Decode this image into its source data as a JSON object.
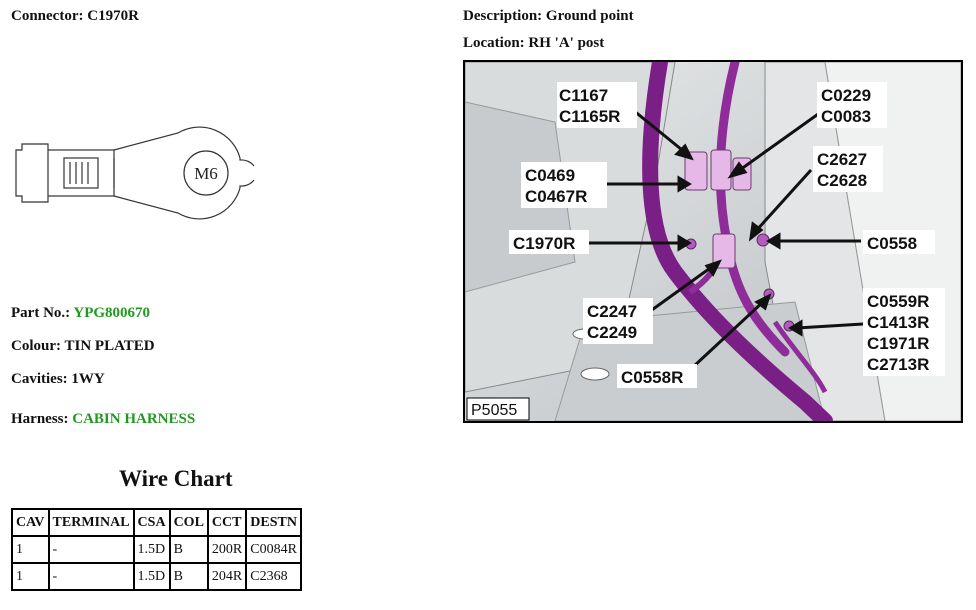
{
  "connector": {
    "label": "Connector:",
    "value": "C1970R"
  },
  "description": {
    "label": "Description:",
    "value": "Ground point"
  },
  "location": {
    "label": "Location:",
    "value": "RH 'A' post"
  },
  "ring_terminal": {
    "stud_text": "M6"
  },
  "part_no": {
    "label": "Part No.:",
    "value": "YPG800670"
  },
  "colour": {
    "label": "Colour:",
    "value": "TIN PLATED"
  },
  "cavities": {
    "label": "Cavities:",
    "value": "1WY"
  },
  "harness": {
    "label": "Harness:",
    "value": "CABIN HARNESS"
  },
  "wire_chart": {
    "title": "Wire Chart",
    "headers": [
      "CAV",
      "TERMINAL",
      "CSA",
      "COL",
      "CCT",
      "DESTN"
    ],
    "rows": [
      [
        "1",
        "-",
        "1.5D",
        "B",
        "200R",
        "C0084R"
      ],
      [
        "1",
        "-",
        "1.5D",
        "B",
        "204R",
        "C2368"
      ]
    ]
  },
  "photo": {
    "ref": "P5055",
    "callouts": {
      "c1167": "C1167",
      "c1165r": "C1165R",
      "c0229": "C0229",
      "c0083": "C0083",
      "c0469": "C0469",
      "c0467r": "C0467R",
      "c2627": "C2627",
      "c2628": "C2628",
      "c1970r": "C1970R",
      "c0558": "C0558",
      "c2247": "C2247",
      "c2249": "C2249",
      "c0559r": "C0559R",
      "c1413r": "C1413R",
      "c1971r": "C1971R",
      "c2713r": "C2713R",
      "c0558r": "C0558R"
    }
  },
  "colors": {
    "accent_green": "#1f9a1f",
    "harness_purple": "#7a1f86",
    "connector_pink": "#e6b8e8"
  }
}
